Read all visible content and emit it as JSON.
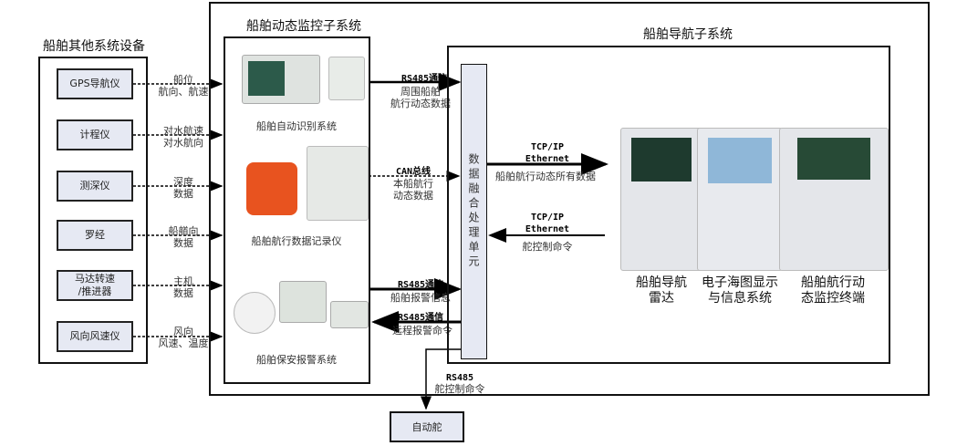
{
  "left": {
    "title": "船舶其他系统设备",
    "devices": [
      "GPS导航仪",
      "计程仪",
      "测深仪",
      "罗经",
      "马达转速\n/推进器",
      "风向风速仪"
    ],
    "links": [
      "船位\n航向、航速",
      "对水航速\n对水航向",
      "深度\n数据",
      "船艏向\n数据",
      "主机\n数据",
      "风向\n风速、温度"
    ]
  },
  "middle": {
    "title": "船舶动态监控子系统",
    "ais": "船舶自动识别系统",
    "vdr": "船舶航行数据记录仪",
    "alarm": "船舶保安报警系统"
  },
  "links_mid": {
    "rs485_1": "RS485通信",
    "rs485_1b": "周围船舶\n航行动态数据",
    "can": "CAN总线",
    "can_b": "本船航行\n动态数据",
    "rs485_2": "RS485通信",
    "rs485_2b": "船舶报警信息",
    "rs485_3": "RS485通信",
    "rs485_3b": "远程报警命令"
  },
  "fusion": "数据融合处理单元",
  "nav": {
    "title": "船舶导航子系统",
    "tcp1": "TCP/IP\nEthernet",
    "tcp1b": "船舶航行动态所有数据",
    "tcp2": "TCP/IP\nEthernet",
    "tcp2b": "舵控制命令",
    "consoles": [
      "船舶导航\n雷达",
      "电子海图显示\n与信息系统",
      "船舶航行动\n态监控终端"
    ]
  },
  "bottom": {
    "rs485": "RS485",
    "rs485b": "舵控制命令",
    "autopilot": "自动舵"
  }
}
